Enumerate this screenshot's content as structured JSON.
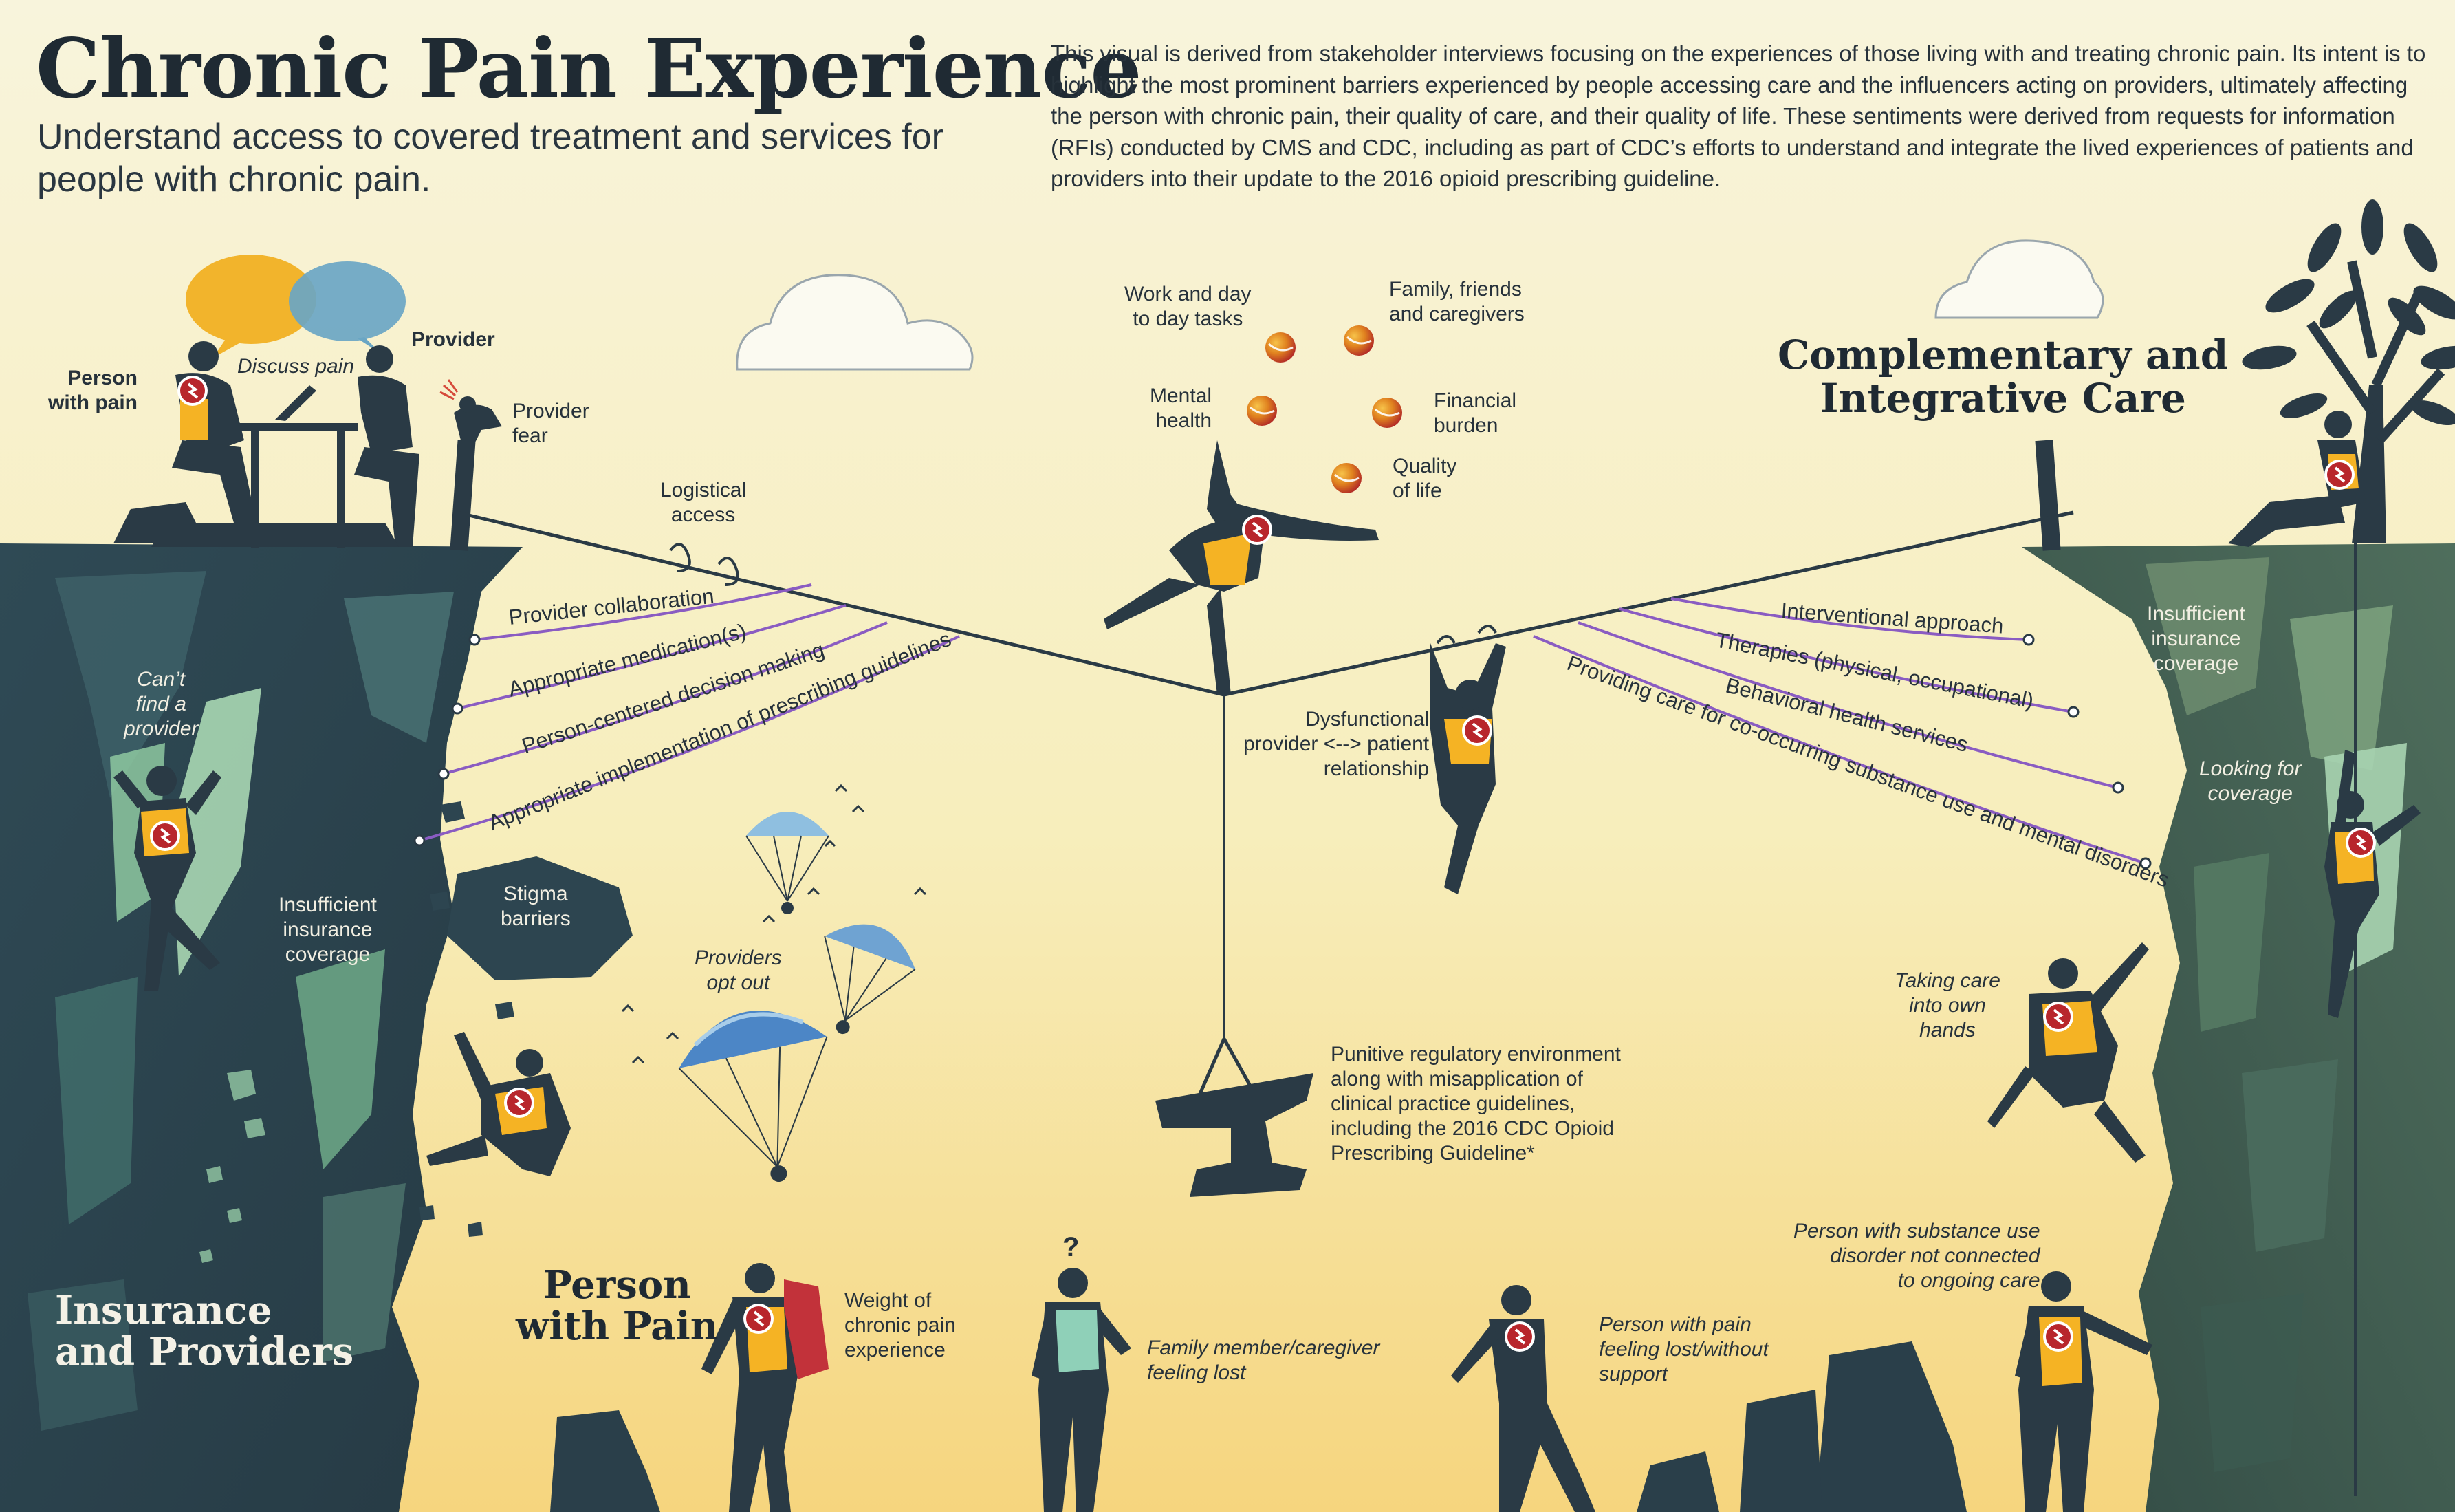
{
  "header": {
    "title": "Chronic Pain Experience",
    "subtitle": "Understand access to covered treatment and services for people with chronic pain.",
    "intro": "This visual is derived from stakeholder interviews focusing on the experiences of those living with and treating chronic pain. Its intent is to highlight the most prominent barriers experienced by people accessing care and the influencers acting on providers, ultimately affecting the person with chronic pain, their quality of care, and their quality of life. These sentiments were derived from requests for information (RFIs) conducted by CMS and CDC, including as part of CDC’s efforts to understand and integrate the lived experiences of patients and providers into their update to the 2016 opioid prescribing guideline."
  },
  "sections": {
    "insurance": "Insurance\nand Providers",
    "person": "Person\nwith Pain",
    "complementary": "Complementary and\nIntegrative Care"
  },
  "top_left": {
    "person": "Person\nwith pain",
    "provider": "Provider",
    "discuss": "Discuss pain",
    "fear": "Provider\nfear",
    "logistical": "Logistical\naccess"
  },
  "left_ropes": [
    "Provider collaboration",
    "Appropriate medication(s)",
    "Person-centered decision making",
    "Appropriate implementation of prescribing guidelines"
  ],
  "right_ropes": [
    "Interventional approach",
    "Therapies (physical, occupational)",
    "Behavioral health services",
    "Providing care for co-occurring substance use and mental disorders"
  ],
  "left_cliff": {
    "cant_find": "Can’t\nfind a\nprovider",
    "insufficient": "Insufficient\ninsurance\ncoverage",
    "stigma": "Stigma\nbarriers",
    "opt_out": "Providers\nopt out"
  },
  "juggle": {
    "work": "Work and day\nto day tasks",
    "family": "Family, friends\nand caregivers",
    "mental": "Mental\nhealth",
    "financial": "Financial\nburden",
    "quality": "Quality\nof life"
  },
  "center": {
    "dysfunctional": "Dysfunctional\nprovider <--> patient\nrelationship",
    "punitive": "Punitive regulatory environment\nalong with misapplication of\nclinical practice guidelines,\nincluding the 2016 CDC Opioid\nPrescribing Guideline*"
  },
  "right_cliff": {
    "insufficient": "Insufficient\ninsurance\ncoverage",
    "looking": "Looking for\ncoverage",
    "taking_care": "Taking care\ninto own\nhands",
    "substance": "Person with substance use\ndisorder not connected\nto ongoing care"
  },
  "bottom": {
    "weight": "Weight of\nchronic pain\nexperience",
    "family_lost": "Family member/caregiver\nfeeling lost",
    "question": "?",
    "person_lost": "Person with pain\nfeeling lost/without\nsupport"
  },
  "colors": {
    "sky_top": "#f7f3d6",
    "sky_bottom": "#f6d98a",
    "cliff_left": "#2d4550",
    "cliff_right": "#3f5d52",
    "figure": "#2a3a45",
    "accent": "#f5b324",
    "badge": "#b8262c",
    "rope_purple": "#8a5cc2"
  }
}
